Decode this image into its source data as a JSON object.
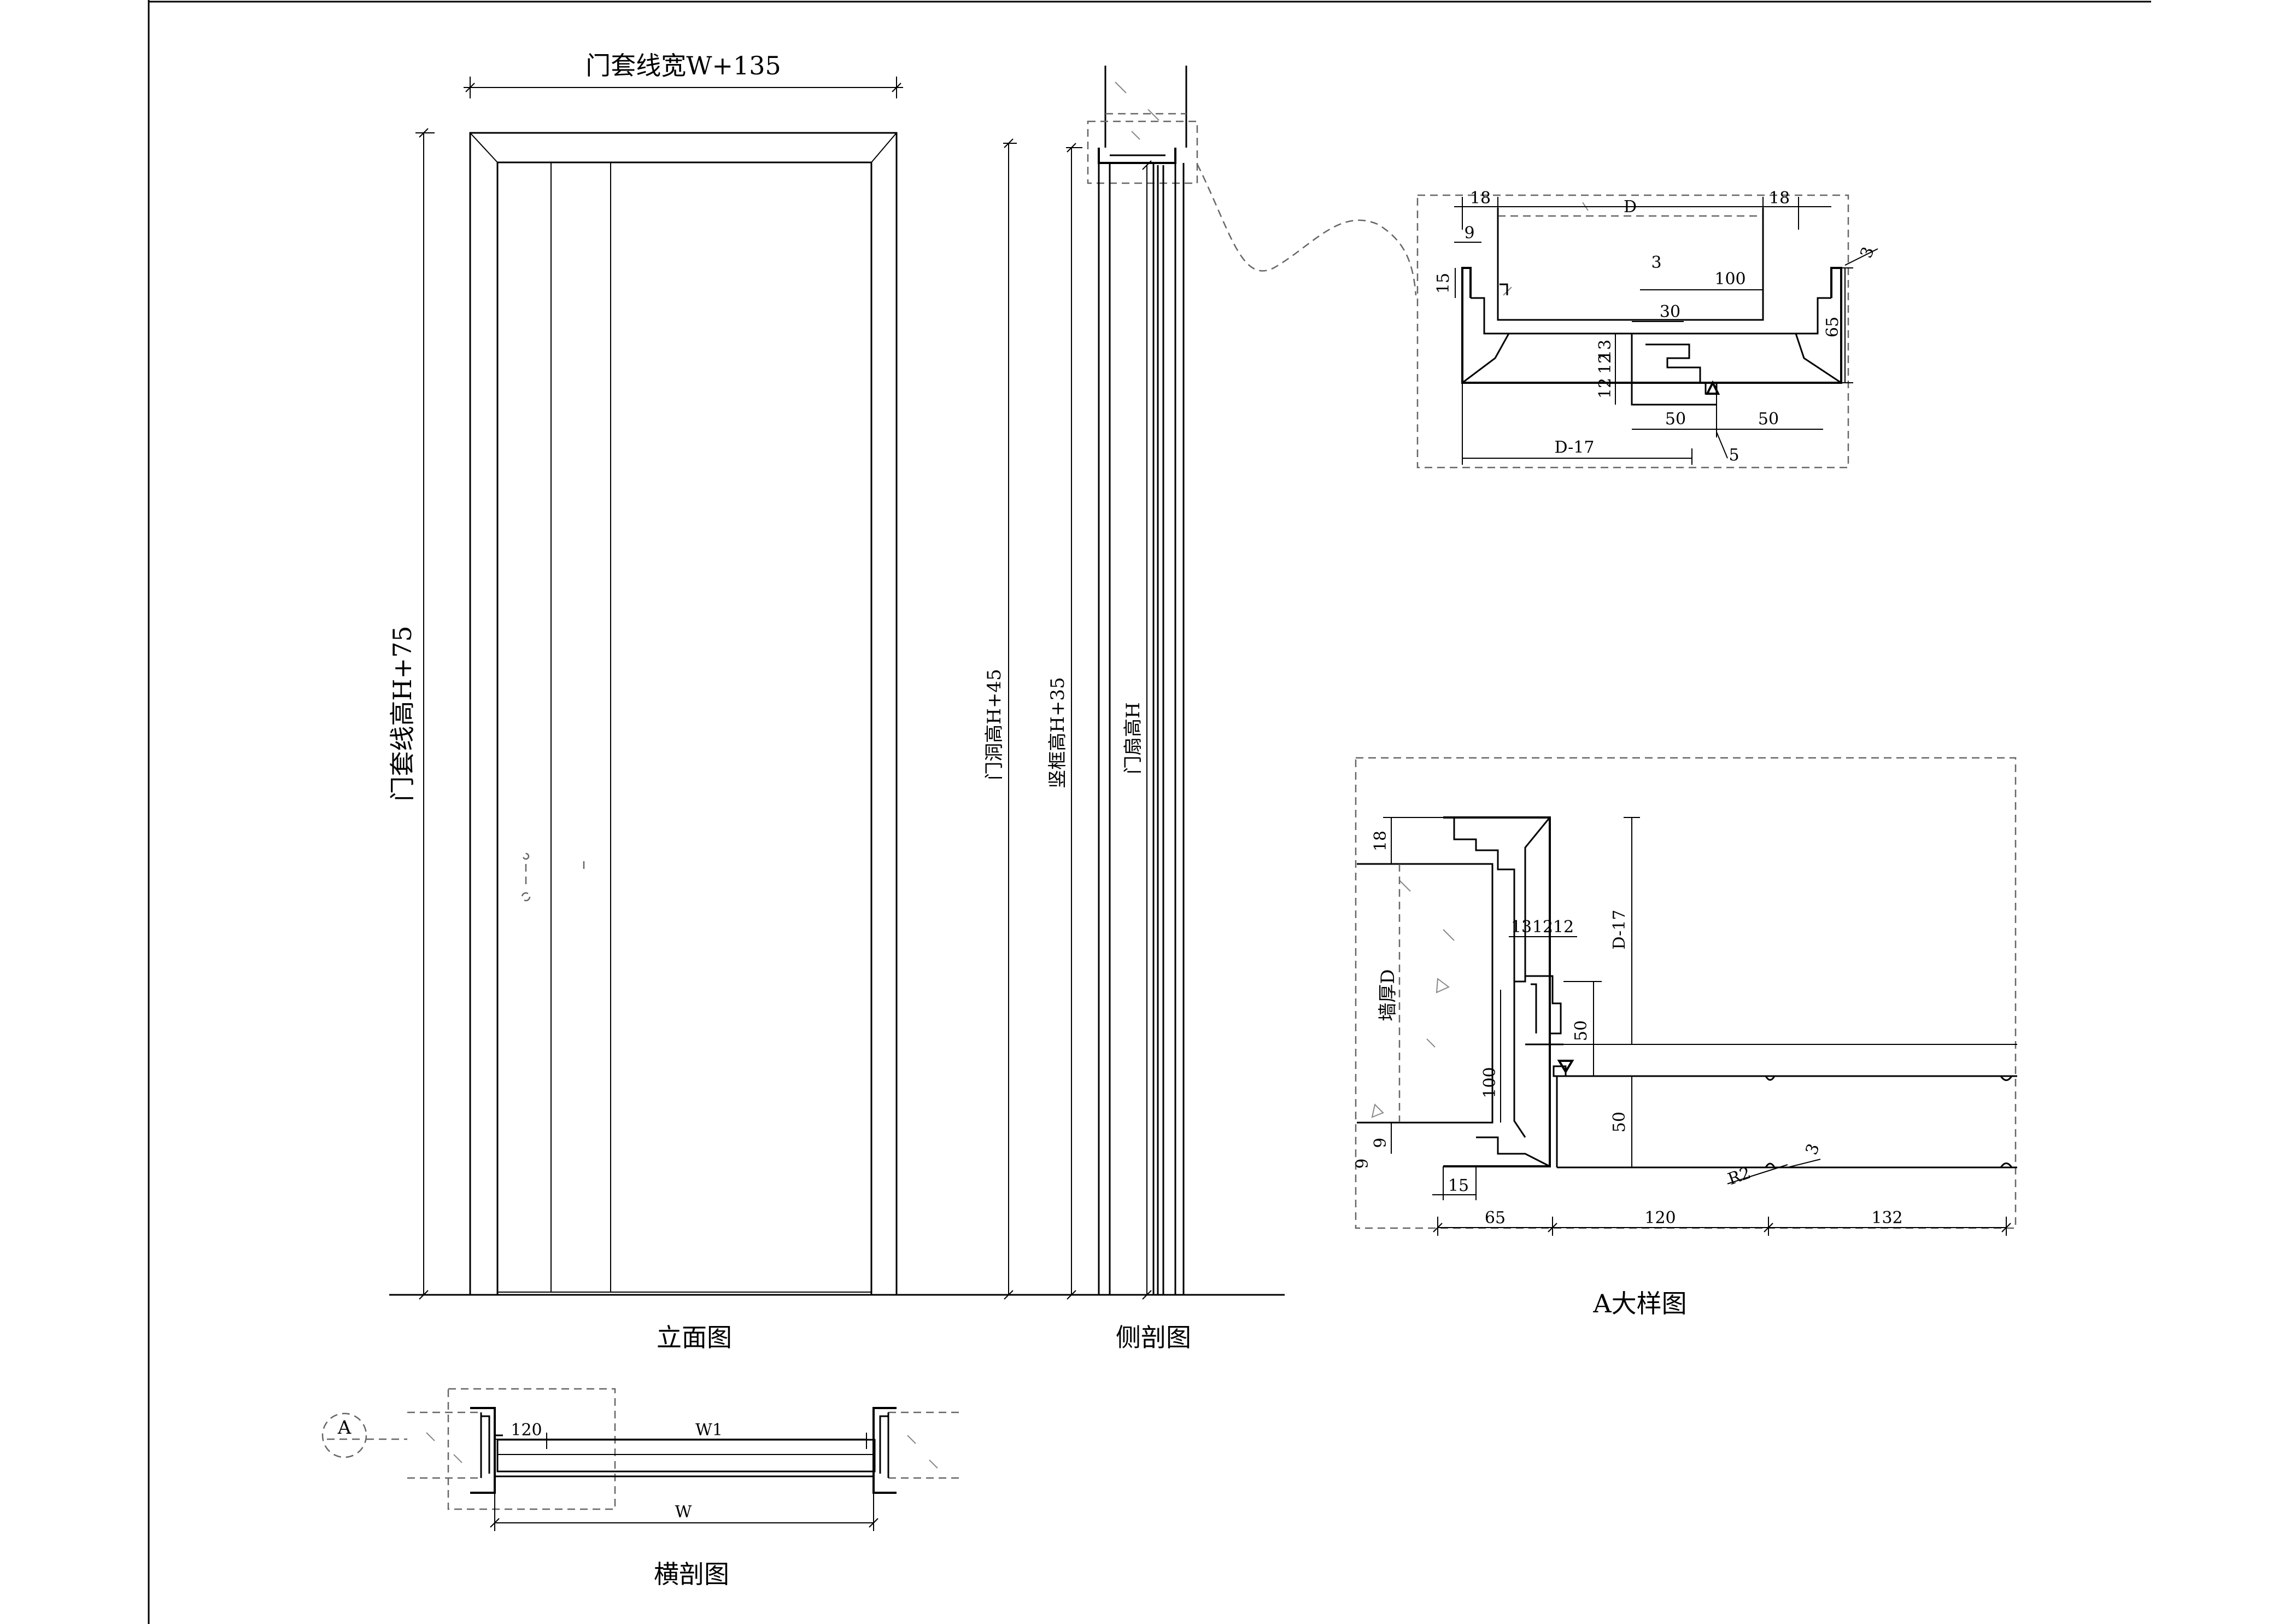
{
  "elevation": {
    "title": "立面图",
    "width_dim": "门套线宽W+135",
    "height_dim": "门套线高H+75",
    "opening_height": "门洞高H+45"
  },
  "side_section": {
    "title": "侧剖图",
    "frame_height": "竖框高H+35",
    "leaf_height": "门扇高H"
  },
  "cross_section": {
    "title": "横剖图",
    "callout": "A",
    "dims": {
      "trim": "120",
      "leaf": "W1",
      "opening": "W"
    }
  },
  "top_detail": {
    "dims": {
      "left_trim": "18",
      "wall": "D",
      "right_trim": "18",
      "step": "9",
      "lip": "15",
      "gap": "3",
      "jamb": "100",
      "offset": "30",
      "stop_a": "13",
      "stop_b": "12",
      "stop_c": "12",
      "left_50": "50",
      "right_50": "50",
      "jamb_depth": "D-17",
      "seal": "5",
      "side_gap": "3",
      "height_65": "65"
    }
  },
  "a_detail": {
    "title": "A大样图",
    "dims": {
      "trim_top": "18",
      "stop_a": "13",
      "stop_b": "12",
      "stop_c": "12",
      "jamb_depth": "D-17",
      "wall": "墙厚D",
      "stop_50": "50",
      "jamb_100": "100",
      "leaf_50": "50",
      "step_9": "9",
      "tiny_9": "9",
      "lip_15": "15",
      "radius": "R2",
      "gap": "3",
      "w65": "65",
      "w120": "120",
      "w132": "132"
    }
  }
}
